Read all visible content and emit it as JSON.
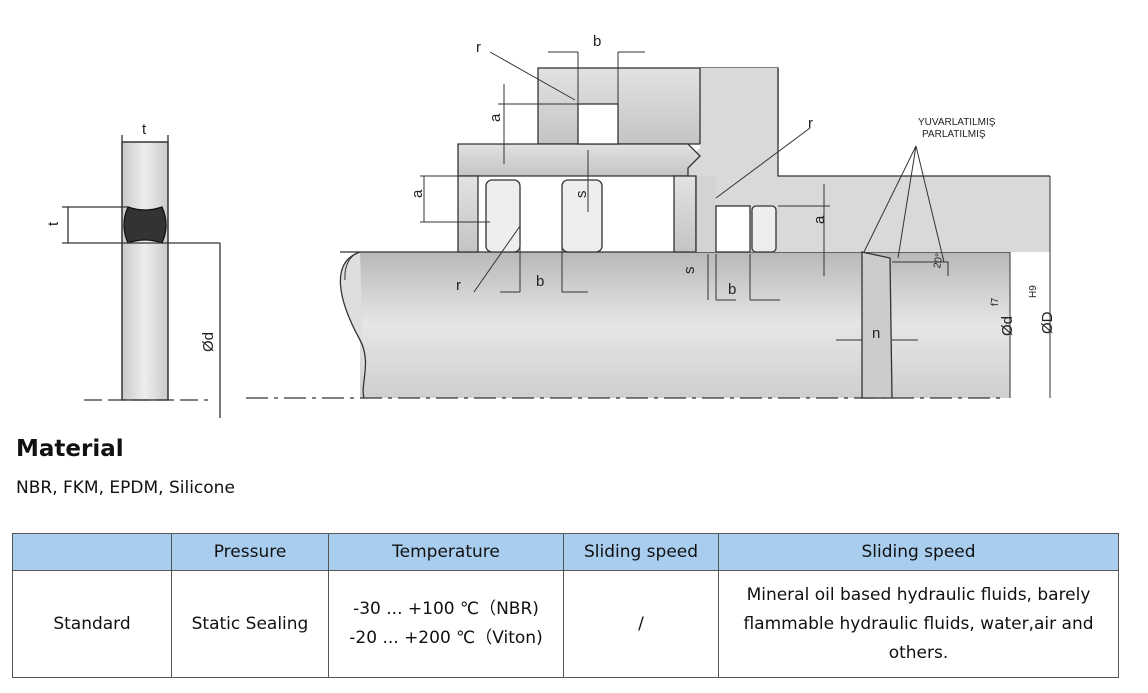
{
  "drawing": {
    "labels": {
      "t": "t",
      "r": "r",
      "b": "b",
      "a": "a",
      "s": "s",
      "n": "n",
      "angle": "20°",
      "bore_d": "Ød",
      "rod_d": "Ød",
      "rod_d_tol": "f7",
      "housing_D": "ØD",
      "housing_D_tol": "H9",
      "note_rounded": "YUVARLATILMIŞ",
      "note_polished": "PARLATILMIŞ"
    }
  },
  "material": {
    "heading": "Material",
    "list": "NBR, FKM, EPDM, Silicone"
  },
  "table": {
    "headers": [
      "",
      "Pressure",
      "Temperature",
      "Sliding speed",
      "Sliding speed"
    ],
    "row": {
      "type": "Standard",
      "pressure": "Static Sealing",
      "temp_line1": "-30 ... +100 ℃（NBR)",
      "temp_line2": "-20 ... +200 ℃（Viton)",
      "speed": "/",
      "media_line1": "Mineral oil based hydraulic fluids, barely",
      "media_line2": "flammable hydraulic fluids, water,air and others."
    }
  }
}
